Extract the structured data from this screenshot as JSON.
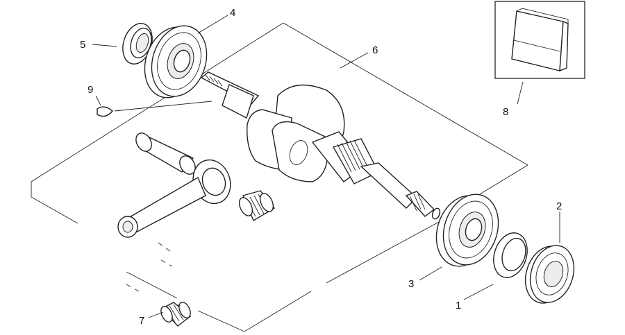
{
  "callouts": [
    {
      "id": "p1",
      "label": "1"
    },
    {
      "id": "p2",
      "label": "2"
    },
    {
      "id": "p3",
      "label": "3"
    },
    {
      "id": "p4",
      "label": "4"
    },
    {
      "id": "p5",
      "label": "5"
    },
    {
      "id": "p6",
      "label": "6"
    },
    {
      "id": "p7",
      "label": "7"
    },
    {
      "id": "p8",
      "label": "8"
    },
    {
      "id": "p9",
      "label": "9"
    }
  ],
  "colors": {
    "line": "#222222",
    "background": "#ffffff",
    "shade": "#ededed"
  }
}
